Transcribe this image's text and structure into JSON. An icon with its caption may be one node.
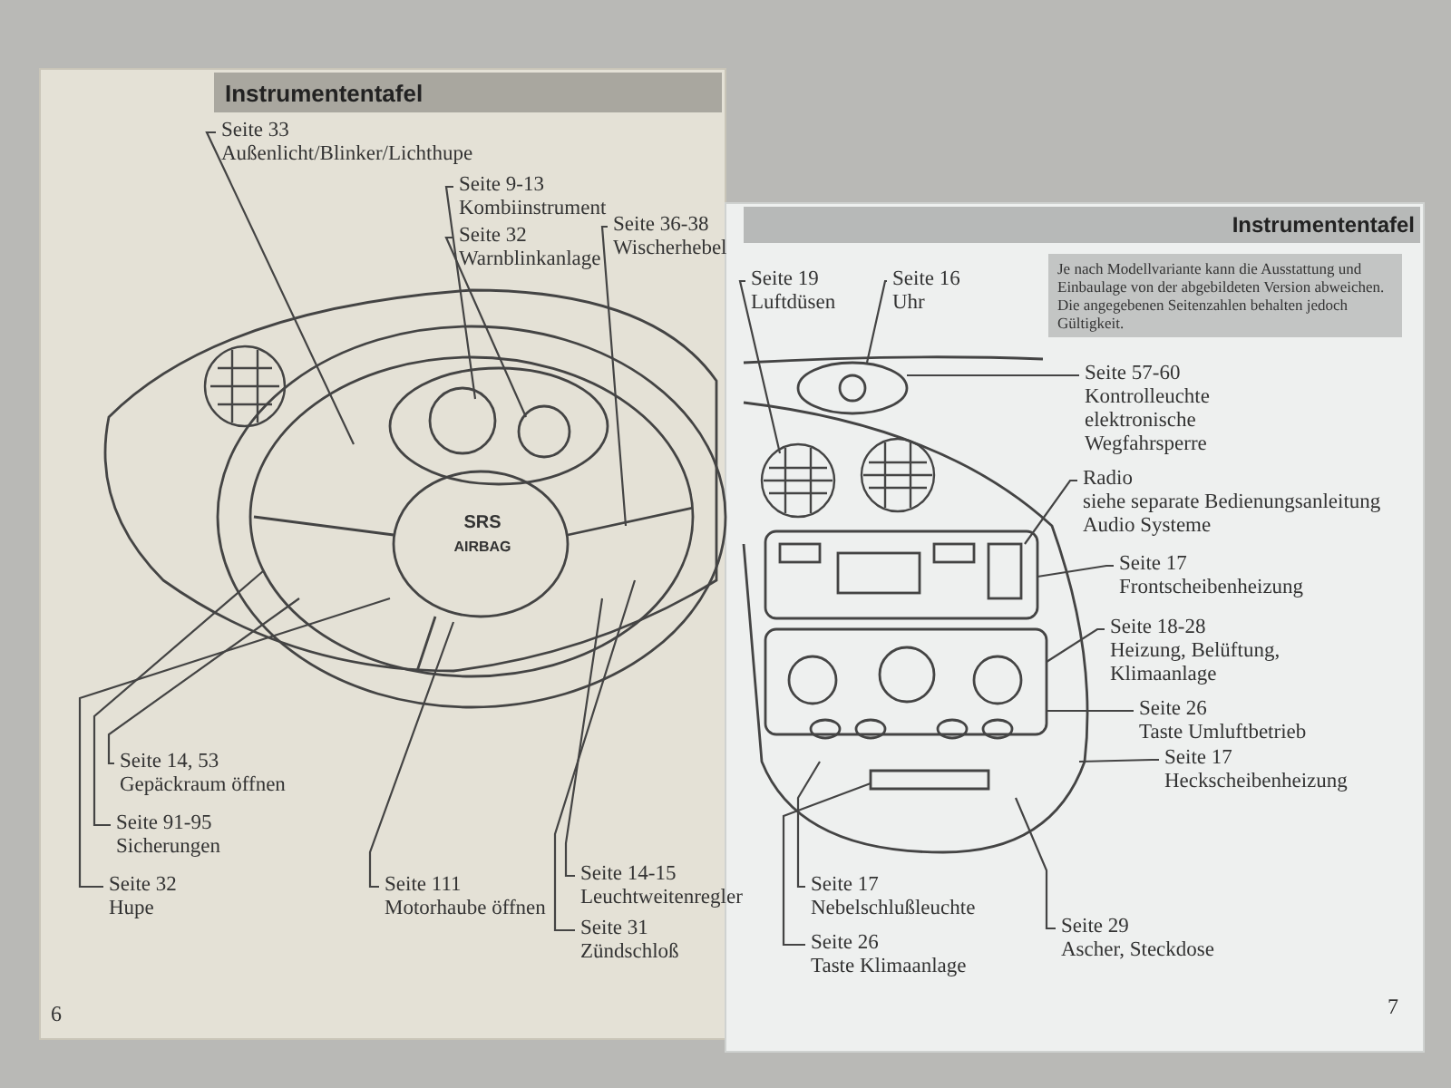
{
  "diagram": {
    "nodes": [
      {
        "text": [
          "Seite 33",
          "Außenlicht/Blinker/Lichthupe"
        ]
      },
      {
        "text": [
          "Seite 9-13",
          "Kombiinstrument"
        ]
      },
      {
        "text": [
          "Seite 32",
          "Warnblinkanlage"
        ]
      },
      {
        "text": [
          "Seite 36-38",
          "Wischerhebel"
        ]
      },
      {
        "text": [
          "Seite 14, 53",
          "Gepäckraum öffnen"
        ]
      },
      {
        "text": [
          "Seite 91-95",
          "Sicherungen"
        ]
      },
      {
        "text": [
          "Seite 32",
          "Hupe"
        ]
      },
      {
        "text": [
          "Seite 111",
          "Motorhaube öffnen"
        ]
      },
      {
        "text": [
          "Seite 14-15",
          "Leuchtweitenregler"
        ]
      },
      {
        "text": [
          "Seite 31",
          "Zündschloß"
        ]
      },
      {
        "text": [
          "Seite 19",
          "Luftdüsen"
        ]
      },
      {
        "text": [
          "Seite 16",
          "Uhr"
        ]
      },
      {
        "text": [
          "Seite 57-60",
          "Kontrolleuchte elektronische Wegfahrsperre"
        ]
      },
      {
        "text": [
          "Radio",
          "siehe separate Bedienungsanleitung Audio Systeme"
        ]
      },
      {
        "text": [
          "Seite 17",
          "Frontscheibenheizung"
        ]
      },
      {
        "text": [
          "Seite 18-28",
          "Heizung, Belüftung, Klimaanlage"
        ]
      },
      {
        "text": [
          "Seite 26",
          "Taste Umluftbetrieb"
        ]
      },
      {
        "text": [
          "Seite 17",
          "Heckscheibenheizung"
        ]
      },
      {
        "text": [
          "Seite 17",
          "Nebelschlußleuchte"
        ]
      },
      {
        "text": [
          "Seite 26",
          "Taste Klimaanlage"
        ]
      },
      {
        "text": [
          "Seite 29",
          "Ascher, Steckdose"
        ]
      }
    ],
    "edges": [
      {
        "from": 0,
        "to": null,
        "arrow": "none"
      },
      {
        "from": 1,
        "to": null,
        "arrow": "none"
      },
      {
        "from": 2,
        "to": null,
        "arrow": "none"
      },
      {
        "from": 3,
        "to": null,
        "arrow": "none"
      },
      {
        "from": 4,
        "to": null,
        "arrow": "none"
      },
      {
        "from": 5,
        "to": null,
        "arrow": "none"
      },
      {
        "from": 6,
        "to": null,
        "arrow": "none"
      },
      {
        "from": 7,
        "to": null,
        "arrow": "none"
      },
      {
        "from": 8,
        "to": null,
        "arrow": "none"
      },
      {
        "from": 9,
        "to": null,
        "arrow": "none"
      },
      {
        "from": 10,
        "to": null,
        "arrow": "none"
      },
      {
        "from": 11,
        "to": null,
        "arrow": "none"
      },
      {
        "from": 12,
        "to": null,
        "arrow": "none"
      },
      {
        "from": 13,
        "to": null,
        "arrow": "none"
      },
      {
        "from": 14,
        "to": null,
        "arrow": "none"
      },
      {
        "from": 15,
        "to": null,
        "arrow": "none"
      },
      {
        "from": 16,
        "to": null,
        "arrow": "none"
      },
      {
        "from": 17,
        "to": null,
        "arrow": "none"
      },
      {
        "from": 18,
        "to": null,
        "arrow": "none"
      },
      {
        "from": 19,
        "to": null,
        "arrow": "none"
      },
      {
        "from": 20,
        "to": null,
        "arrow": "none"
      }
    ],
    "labels": [
      "Instrumententafel",
      "SRS",
      "AIRBAG",
      "6",
      "Instrumententafel",
      "Je nach Modellvariante kann die Ausstattung und Einbaulage von der abgebildeten Version abweichen. Die angegebenen Seitenzahlen behalten jedoch Gültigkeit.",
      "7"
    ]
  }
}
